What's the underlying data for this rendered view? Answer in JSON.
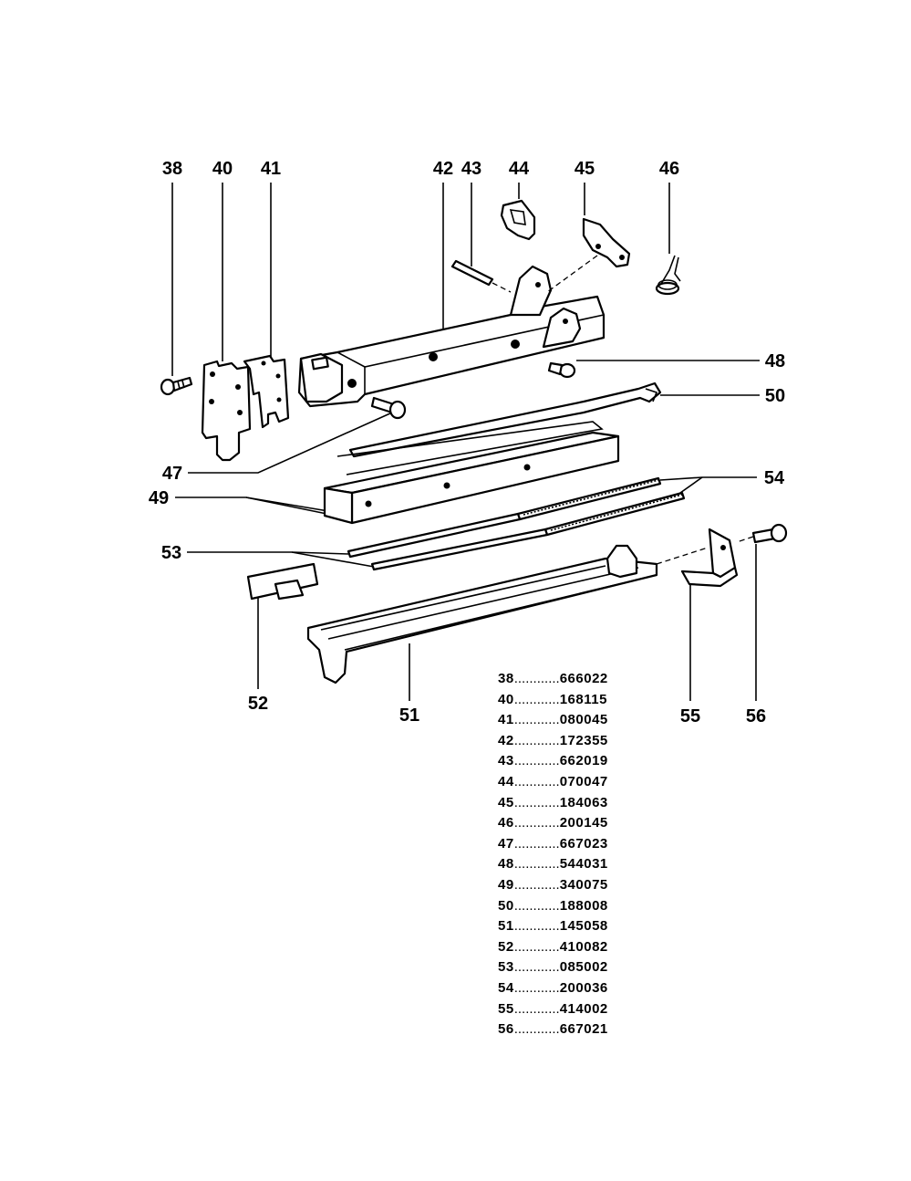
{
  "callouts": {
    "c38": "38",
    "c40": "40",
    "c41": "41",
    "c42": "42",
    "c43": "43",
    "c44": "44",
    "c45": "45",
    "c46": "46",
    "c47": "47",
    "c48": "48",
    "c49": "49",
    "c50": "50",
    "c51": "51",
    "c52": "52",
    "c53": "53",
    "c54": "54",
    "c55": "55",
    "c56": "56"
  },
  "parts_list": [
    {
      "ref": "38",
      "dots": "............",
      "number": "666022"
    },
    {
      "ref": "40",
      "dots": "............",
      "number": "168115"
    },
    {
      "ref": "41",
      "dots": "............",
      "number": "080045"
    },
    {
      "ref": "42",
      "dots": "............",
      "number": "172355"
    },
    {
      "ref": "43",
      "dots": "............",
      "number": "662019"
    },
    {
      "ref": "44",
      "dots": "............",
      "number": "070047"
    },
    {
      "ref": "45",
      "dots": "............",
      "number": "184063"
    },
    {
      "ref": "46",
      "dots": "............",
      "number": "200145"
    },
    {
      "ref": "47",
      "dots": "............",
      "number": "667023"
    },
    {
      "ref": "48",
      "dots": "............",
      "number": "544031"
    },
    {
      "ref": "49",
      "dots": "............",
      "number": "340075"
    },
    {
      "ref": "50",
      "dots": "............",
      "number": "188008"
    },
    {
      "ref": "51",
      "dots": "............",
      "number": "145058"
    },
    {
      "ref": "52",
      "dots": "............",
      "number": "410082"
    },
    {
      "ref": "53",
      "dots": "............",
      "number": "085002"
    },
    {
      "ref": "54",
      "dots": "............",
      "number": "200036"
    },
    {
      "ref": "55",
      "dots": "............",
      "number": "414002"
    },
    {
      "ref": "56",
      "dots": "............",
      "number": "667021"
    }
  ]
}
